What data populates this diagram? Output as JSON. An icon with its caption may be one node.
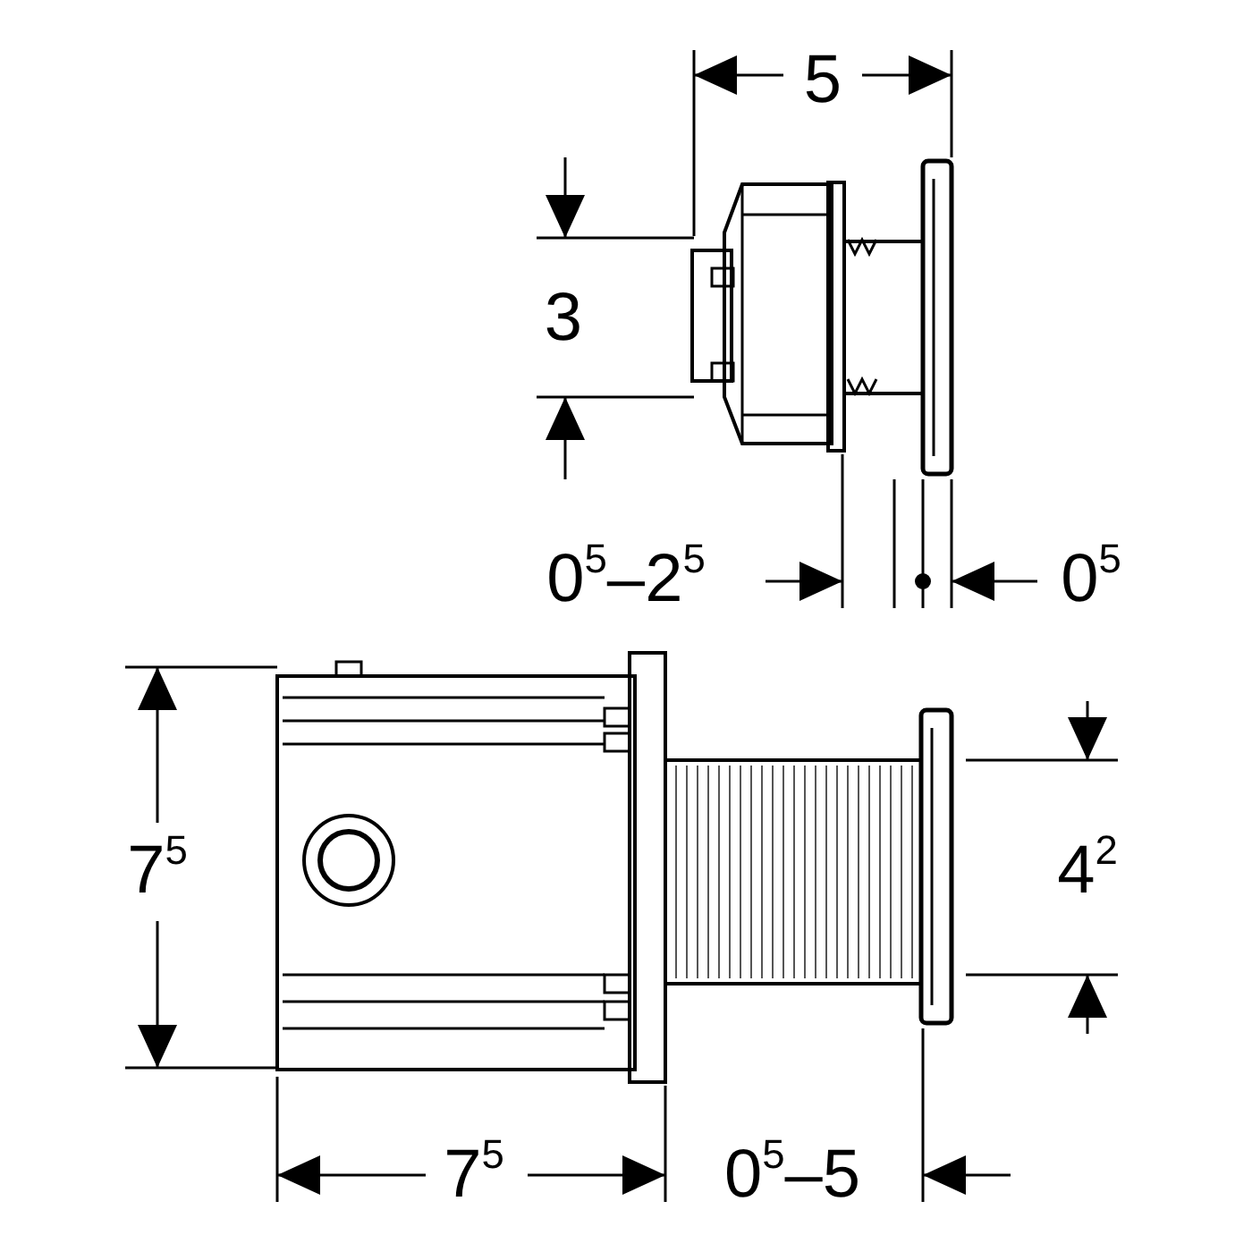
{
  "diagram": {
    "labels": [
      "5",
      "3",
      "0$^{5}$–2$^{5}$",
      "0$^{5}$",
      "7$^{5}$",
      "4$^{2}$",
      "7$^{5}$",
      "0$^{5}$–5"
    ]
  }
}
